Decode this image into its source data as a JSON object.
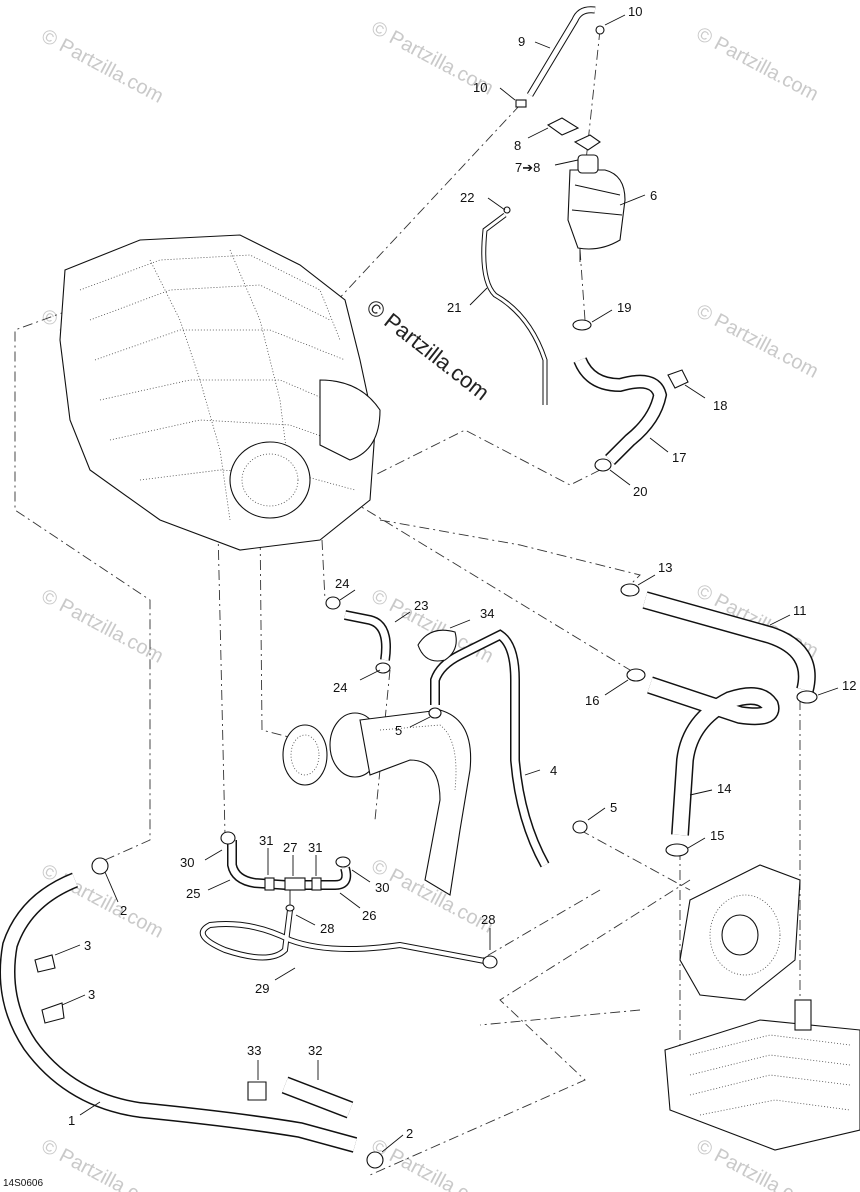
{
  "watermark": {
    "text": "© Partzilla.com",
    "center_text": "© Partzilla.com"
  },
  "diagram_code": "14S0606",
  "callouts": [
    {
      "id": "c10a",
      "label": "10"
    },
    {
      "id": "c9",
      "label": "9"
    },
    {
      "id": "c10b",
      "label": "10"
    },
    {
      "id": "c8",
      "label": "8"
    },
    {
      "id": "c7",
      "label": "7➔8"
    },
    {
      "id": "c6",
      "label": "6"
    },
    {
      "id": "c22",
      "label": "22"
    },
    {
      "id": "c21",
      "label": "21"
    },
    {
      "id": "c19",
      "label": "19"
    },
    {
      "id": "c18",
      "label": "18"
    },
    {
      "id": "c17",
      "label": "17"
    },
    {
      "id": "c20",
      "label": "20"
    },
    {
      "id": "c13",
      "label": "13"
    },
    {
      "id": "c11",
      "label": "11"
    },
    {
      "id": "c24a",
      "label": "24"
    },
    {
      "id": "c23",
      "label": "23"
    },
    {
      "id": "c34",
      "label": "34"
    },
    {
      "id": "c24b",
      "label": "24"
    },
    {
      "id": "c16",
      "label": "16"
    },
    {
      "id": "c12",
      "label": "12"
    },
    {
      "id": "c5a",
      "label": "5"
    },
    {
      "id": "c4",
      "label": "4"
    },
    {
      "id": "c14",
      "label": "14"
    },
    {
      "id": "c5b",
      "label": "5"
    },
    {
      "id": "c15",
      "label": "15"
    },
    {
      "id": "c30a",
      "label": "30"
    },
    {
      "id": "c31a",
      "label": "31"
    },
    {
      "id": "c27",
      "label": "27"
    },
    {
      "id": "c31b",
      "label": "31"
    },
    {
      "id": "c30b",
      "label": "30"
    },
    {
      "id": "c25",
      "label": "25"
    },
    {
      "id": "c26",
      "label": "26"
    },
    {
      "id": "c28a",
      "label": "28"
    },
    {
      "id": "c28b",
      "label": "28"
    },
    {
      "id": "c2a",
      "label": "2"
    },
    {
      "id": "c3a",
      "label": "3"
    },
    {
      "id": "c3b",
      "label": "3"
    },
    {
      "id": "c29",
      "label": "29"
    },
    {
      "id": "c33",
      "label": "33"
    },
    {
      "id": "c32",
      "label": "32"
    },
    {
      "id": "c1",
      "label": "1"
    },
    {
      "id": "c2b",
      "label": "2"
    }
  ]
}
